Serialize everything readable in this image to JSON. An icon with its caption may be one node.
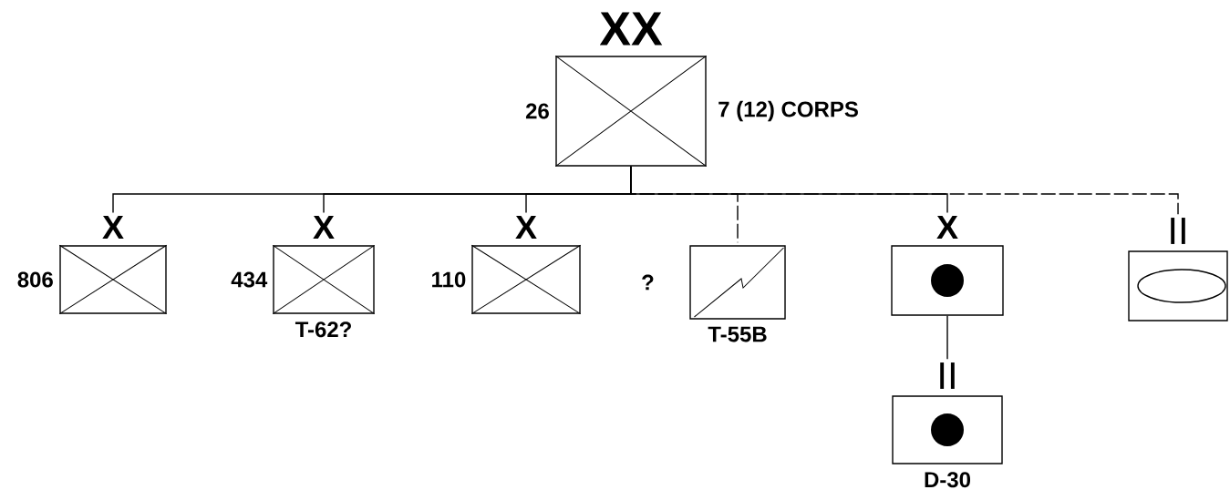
{
  "diagram": {
    "nodes": [
      {
        "text": [
          "XX"
        ],
        "beside": [
          "26",
          "7 (12) CORPS"
        ]
      },
      {
        "text": [
          "X"
        ],
        "beside": [
          "806"
        ]
      },
      {
        "text": [
          "X"
        ],
        "beside": [
          "434",
          "T-62?"
        ]
      },
      {
        "text": [
          "X"
        ],
        "beside": [
          "110"
        ]
      },
      {
        "text": [],
        "shape": "box",
        "beside": [
          "?",
          "T-55B"
        ]
      },
      {
        "text": [
          "X"
        ]
      },
      {
        "text": [
          "II"
        ]
      },
      {
        "text": [
          "II"
        ],
        "beside": [
          "D-30"
        ]
      }
    ],
    "edges": [
      {
        "from": 0,
        "to": 1,
        "arrow": "none"
      },
      {
        "from": 0,
        "to": 2,
        "arrow": "none"
      },
      {
        "from": 0,
        "to": 3,
        "arrow": "none"
      },
      {
        "from": 0,
        "to": 4,
        "arrow": "none",
        "style": "dashed"
      },
      {
        "from": 0,
        "to": 5,
        "arrow": "none"
      },
      {
        "from": 0,
        "to": 6,
        "arrow": "none",
        "style": "dashed"
      },
      {
        "from": 5,
        "to": 7,
        "arrow": "none"
      }
    ]
  }
}
